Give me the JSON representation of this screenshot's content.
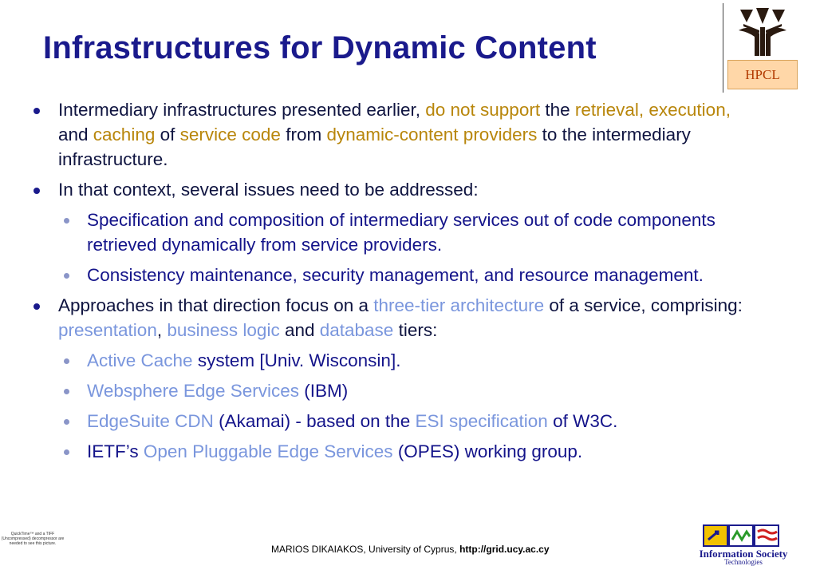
{
  "title": "Infrastructures for Dynamic Content",
  "logo": {
    "badge": "HPCL"
  },
  "bullets": [
    {
      "segments": [
        {
          "text": "Intermediary infrastructures presented earlier, ",
          "style": "dark"
        },
        {
          "text": "do not support",
          "style": "gold"
        },
        {
          "text": " the ",
          "style": "dark"
        },
        {
          "text": "retrieval, execution,",
          "style": "gold"
        },
        {
          "text": " and ",
          "style": "dark"
        },
        {
          "text": "caching",
          "style": "gold"
        },
        {
          "text": " of ",
          "style": "dark"
        },
        {
          "text": "service code",
          "style": "gold"
        },
        {
          "text": " from ",
          "style": "dark"
        },
        {
          "text": "dynamic-content providers",
          "style": "gold"
        },
        {
          "text": " to the intermediary infrastructure.",
          "style": "dark"
        }
      ],
      "subs": []
    },
    {
      "segments": [
        {
          "text": "In that context, several issues need to be addressed:",
          "style": "dark"
        }
      ],
      "subs": [
        [
          {
            "text": "Specification and composition of intermediary services out of code components retrieved dynamically from service providers.",
            "style": ""
          }
        ],
        [
          {
            "text": "Consistency maintenance, security management, and resource management.",
            "style": ""
          }
        ]
      ]
    },
    {
      "segments": [
        {
          "text": "Approaches in that direction focus on a ",
          "style": "dark"
        },
        {
          "text": "three-tier architecture",
          "style": "blue"
        },
        {
          "text": " of a service, comprising: ",
          "style": "dark"
        },
        {
          "text": "presentation",
          "style": "blue"
        },
        {
          "text": ", ",
          "style": "dark"
        },
        {
          "text": "business logic",
          "style": "blue"
        },
        {
          "text": " and ",
          "style": "dark"
        },
        {
          "text": "database",
          "style": "blue"
        },
        {
          "text": " tiers:",
          "style": "dark"
        }
      ],
      "subs": [
        [
          {
            "text": "Active Cache",
            "style": "blue"
          },
          {
            "text": " system [Univ. Wisconsin].",
            "style": ""
          }
        ],
        [
          {
            "text": "Websphere Edge Services",
            "style": "blue"
          },
          {
            "text": " (IBM)",
            "style": ""
          }
        ],
        [
          {
            "text": "EdgeSuite CDN",
            "style": "blue"
          },
          {
            "text": " (Akamai) - based on the ",
            "style": ""
          },
          {
            "text": "ESI specification",
            "style": "blue"
          },
          {
            "text": " of W3C.",
            "style": ""
          }
        ],
        [
          {
            "text": "IETF’s ",
            "style": ""
          },
          {
            "text": "Open Pluggable Edge Services",
            "style": "blue"
          },
          {
            "text": " (OPES) working group.",
            "style": ""
          }
        ]
      ]
    }
  ],
  "footer": {
    "author": "MARIOS DIKAIAKOS, University of Cyprus, ",
    "url": "http://grid.ucy.ac.cy"
  },
  "quicktime_note": "QuickTime™ and a TIFF (Uncompressed) decompressor are needed to see this picture.",
  "ist_logo": {
    "text": "Information Society",
    "sub": "Technologies"
  },
  "colors": {
    "title": "#1a1a8c",
    "highlight_gold": "#b8860b",
    "highlight_blue": "#7a96dd",
    "body_text": "#0f1440"
  }
}
